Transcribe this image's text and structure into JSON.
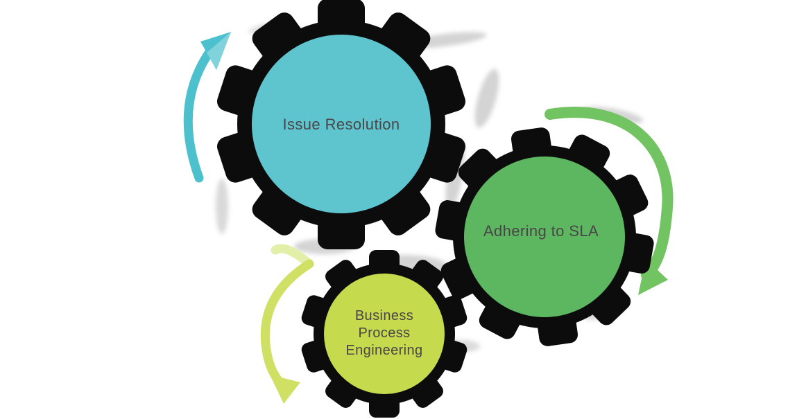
{
  "diagram": {
    "gears": [
      {
        "label": "Issue Resolution",
        "fill": "#5ec5cf",
        "arrow_color": "#4dc0cd",
        "arrow_highlight": "#9bdbe2"
      },
      {
        "label": "Adhering to SLA",
        "fill": "#5db761",
        "arrow_color": "#72c362"
      },
      {
        "label_line1": "Business",
        "label_line2": "Process",
        "label_line3": "Engineering",
        "fill": "#c5da4d",
        "arrow_color": "#cfe065",
        "arrow_highlight": "#e2efa9"
      }
    ],
    "gear_outline_color": "#0c0c0c",
    "text_color": "#4a4548",
    "background_color": "#ffffff"
  }
}
